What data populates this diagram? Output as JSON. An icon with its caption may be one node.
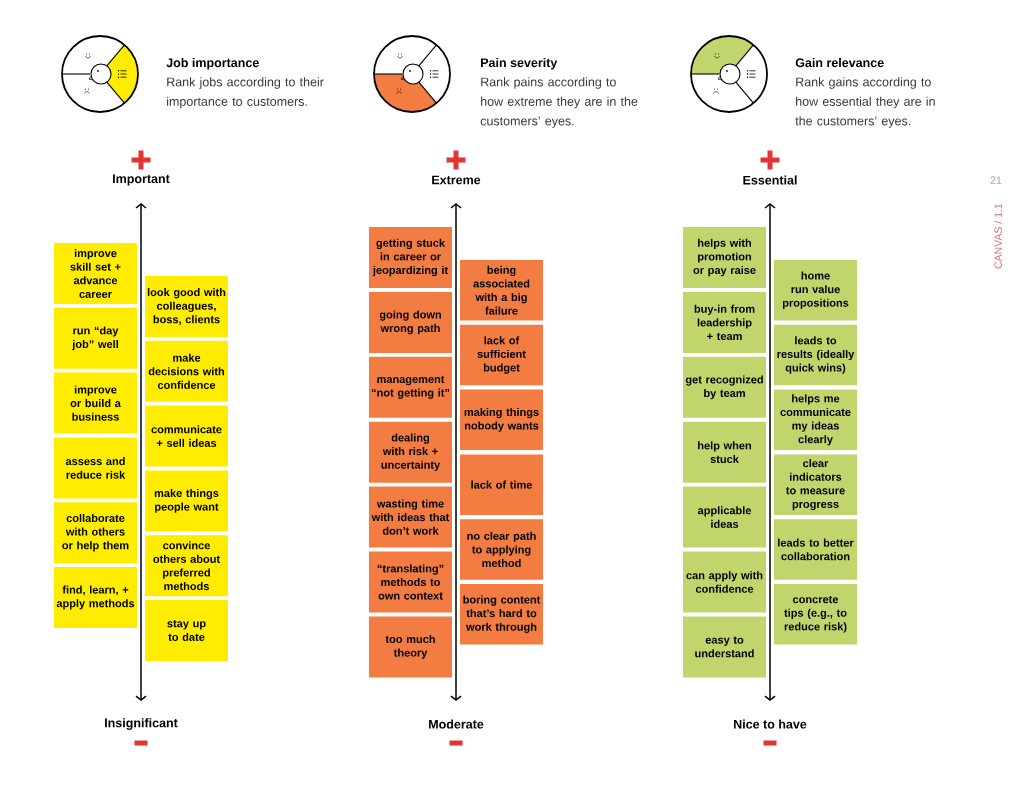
{
  "diagram": {
    "nodes": [
      {
        "text": [
          "improve skill set + advance career"
        ]
      },
      {
        "text": [
          "run “day job” well"
        ]
      },
      {
        "text": [
          "improve or build a business"
        ]
      },
      {
        "text": [
          "assess and reduce risk"
        ]
      },
      {
        "text": [
          "collaborate with others or help them"
        ]
      },
      {
        "text": [
          "find, learn, + apply methods"
        ]
      },
      {
        "text": [
          "look good with colleagues, boss, clients"
        ]
      },
      {
        "text": [
          "make decisions with confidence"
        ]
      },
      {
        "text": [
          "communicate + sell ideas"
        ]
      },
      {
        "text": [
          "make things people want"
        ]
      },
      {
        "text": [
          "convince others about preferred methods"
        ]
      },
      {
        "text": [
          "stay up to date"
        ]
      },
      {
        "text": [
          "getting stuck in career or jeopardizing it"
        ]
      },
      {
        "text": [
          "going down wrong path"
        ]
      },
      {
        "text": [
          "management “not getting it”"
        ]
      },
      {
        "text": [
          "dealing with risk + uncertainty"
        ]
      },
      {
        "text": [
          "wasting time with ideas that don’t work"
        ]
      },
      {
        "text": [
          "“translating” methods to own context"
        ]
      },
      {
        "text": [
          "too much theory"
        ]
      },
      {
        "text": [
          "being associated with a big failure"
        ]
      },
      {
        "text": [
          "lack of sufficient budget"
        ]
      },
      {
        "text": [
          "making things nobody wants"
        ]
      },
      {
        "text": [
          "lack of time"
        ]
      },
      {
        "text": [
          "no clear path to applying method"
        ]
      },
      {
        "text": [
          "boring content that’s hard to work through"
        ]
      },
      {
        "text": [
          "helps with promotion or pay raise"
        ]
      },
      {
        "text": [
          "buy-in from leadership + team"
        ]
      },
      {
        "text": [
          "get recognized by team"
        ]
      },
      {
        "text": [
          "help when stuck"
        ]
      },
      {
        "text": [
          "applicable ideas"
        ]
      },
      {
        "text": [
          "can apply with confidence"
        ]
      },
      {
        "text": [
          "easy to understand"
        ]
      },
      {
        "text": [
          "home run value propositions"
        ]
      },
      {
        "text": [
          "leads to results (ideally quick wins)"
        ]
      },
      {
        "text": [
          "helps me communicate my ideas clearly"
        ]
      },
      {
        "text": [
          "clear indicators to measure progress"
        ]
      },
      {
        "text": [
          "leads to better collaboration"
        ]
      },
      {
        "text": [
          "concrete tips (e.g., to reduce risk)"
        ]
      }
    ],
    "labels": [
      "Job importance",
      "Rank jobs according to their importance to customers.",
      "Pain severity",
      "Rank pains according to how extreme they are in the customers’ eyes.",
      "Gain relevance",
      "Rank gains according to how essential they are in the customers’ eyes.",
      "Important",
      "Extreme",
      "Essential",
      "21",
      "CANVAS / 1.1",
      "Insignificant",
      "Moderate",
      "Nice to have"
    ]
  }
}
